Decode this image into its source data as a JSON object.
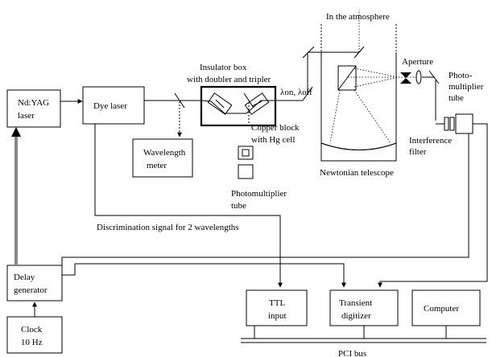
{
  "labels": {
    "atmosphere": "In the atmosphere",
    "insulator_line1": "Insulator box",
    "insulator_line2": "with doubler and tripler",
    "aperture": "Aperture",
    "pmt_right_line1": "Photo-",
    "pmt_right_line2": "multiplier",
    "pmt_right_line3": "tube",
    "ndyag_line1": "Nd:YAG",
    "ndyag_line2": "laser",
    "dye_laser": "Dye laser",
    "lambda": "λon, λoff",
    "copper_line1": "Copper block",
    "copper_line2": "with Hg cell",
    "interference_line1": "Interference",
    "interference_line2": "filter",
    "wavelength_line1": "Wavelength",
    "wavelength_line2": "meter",
    "newtonian": "Newtonian telescope",
    "pmt_mid_line1": "Photomultiplier",
    "pmt_mid_line2": "tube",
    "discrimination": "Discrimination signal for 2 wavelengths",
    "delay_line1": "Delay",
    "delay_line2": "generator",
    "ttl_line1": "TTL",
    "ttl_line2": "input",
    "transient_line1": "Transient",
    "transient_line2": "digitizer",
    "computer": "Computer",
    "clock_line1": "Clock",
    "clock_line2": "10 Hz",
    "pci_bus": "PCI bus"
  },
  "colors": {
    "line": "#000000",
    "background": "#ffffff",
    "trigger_arrow": "#888888"
  }
}
